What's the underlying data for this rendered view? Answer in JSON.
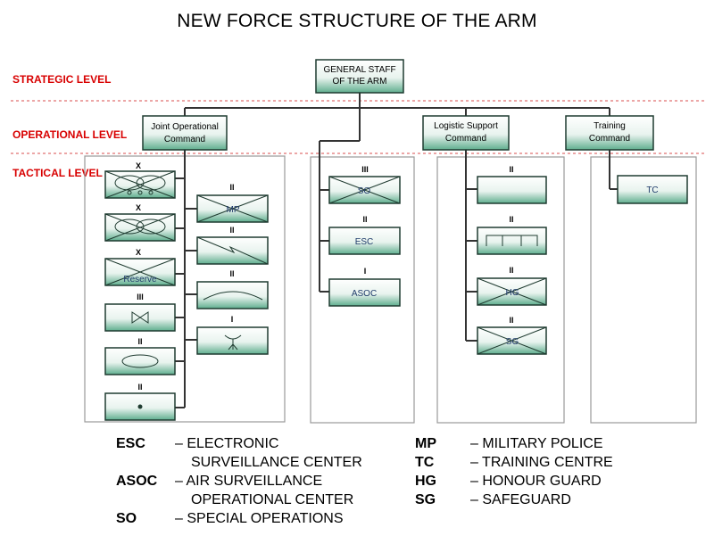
{
  "title": "NEW FORCE STRUCTURE OF THE ARM",
  "levels": {
    "strategic": "STRATEGIC LEVEL",
    "operational": "OPERATIONAL LEVEL",
    "tactical": "TACTICAL LEVEL"
  },
  "nodes": {
    "general_staff": [
      "GENERAL STAFF",
      "OF THE ARM"
    ],
    "joint_ops": [
      "Joint Operational",
      "Command"
    ],
    "logistic": [
      "Logistic Support",
      "Command"
    ],
    "training": [
      "Training",
      "Command"
    ]
  },
  "unit_labels": {
    "reserve": "Reserve",
    "mp": "MP",
    "so": "SO",
    "esc": "ESC",
    "asoc": "ASOC",
    "hg": "HG",
    "sg": "SG",
    "tc": "TC"
  },
  "echelons": {
    "x": "X",
    "iii": "III",
    "ii": "II",
    "i": "I"
  },
  "legend": {
    "left": [
      {
        "abbr": "ESC",
        "def": "– ELECTRONIC",
        "cont": "SURVEILLANCE CENTER"
      },
      {
        "abbr": "ASOC",
        "def": "– AIR SURVEILLANCE",
        "cont": "OPERATIONAL CENTER"
      },
      {
        "abbr": "SO",
        "def": "– SPECIAL OPERATIONS"
      }
    ],
    "right": [
      {
        "abbr": "MP",
        "def": "– MILITARY POLICE"
      },
      {
        "abbr": "TC",
        "def": "– TRAINING CENTRE"
      },
      {
        "abbr": "HG",
        "def": "– HONOUR GUARD"
      },
      {
        "abbr": "SG",
        "def": "– SAFEGUARD"
      }
    ]
  },
  "colors": {
    "level_text": "#d80000",
    "box_border": "#1f3b30",
    "box_fill_top": "#ffffff",
    "box_fill_bottom": "#5fae8e",
    "connector": "#333333",
    "panel_border": "#999999",
    "dashed": "#e07070"
  }
}
